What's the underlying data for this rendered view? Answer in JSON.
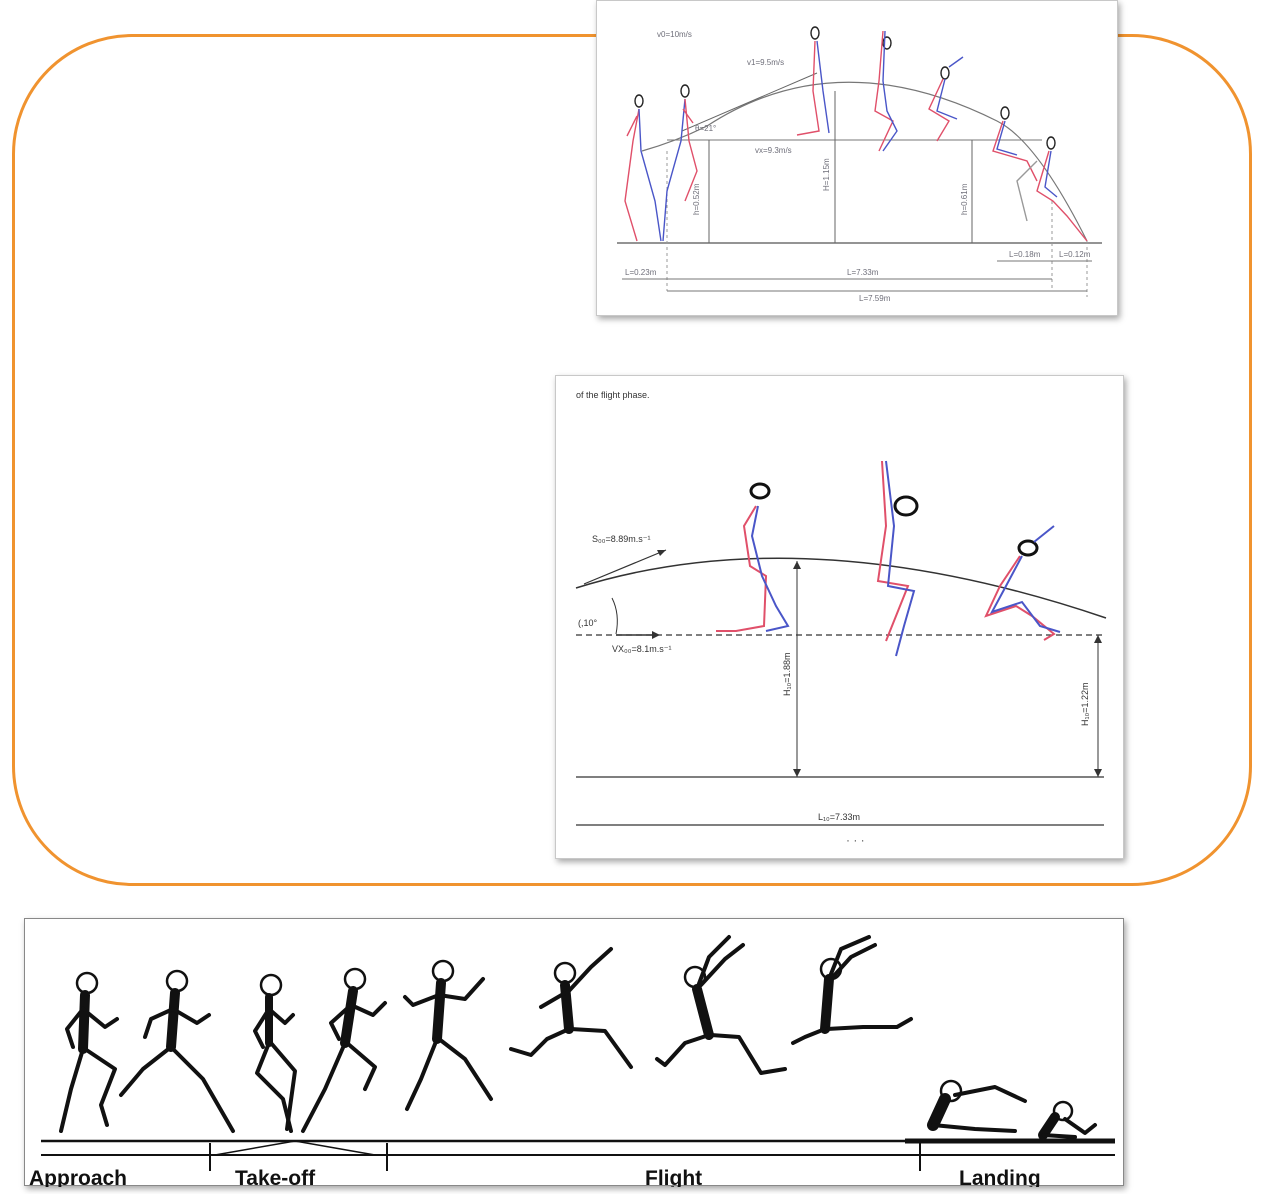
{
  "top_diagram": {
    "labels": {
      "v0": "v0=10m/s",
      "v1": "v1=9.5m/s",
      "angle": "θ=21°",
      "vx": "vx=9.3m/s",
      "h1": "h=0.52m",
      "hmax": "H=1.15m",
      "h2": "h=0.61m",
      "d1": "L=0.23m",
      "d2": "L=7.33m",
      "d3": "L=7.59m",
      "d4": "L=0.18m",
      "d5": "L=0.12m"
    }
  },
  "middle_diagram": {
    "caption": "of the flight phase.",
    "velocity_label": "S₀₀=8.89m.s⁻¹",
    "angle_label": "(,10°",
    "vx_label": "VX₀₀=8.1m.s⁻¹",
    "height_left": "H₁₀=1.88m",
    "height_right": "H₁₀=1.22m",
    "distance_label": "L₁₀=7.33m",
    "footnote": "· · ·"
  },
  "phases_strip": {
    "phases": [
      "Approach",
      "Take-off",
      "Flight",
      "Landing"
    ]
  },
  "colors": {
    "frame": "#F0932F",
    "limb_red": "#E0506A",
    "limb_blue": "#4A56C8"
  }
}
